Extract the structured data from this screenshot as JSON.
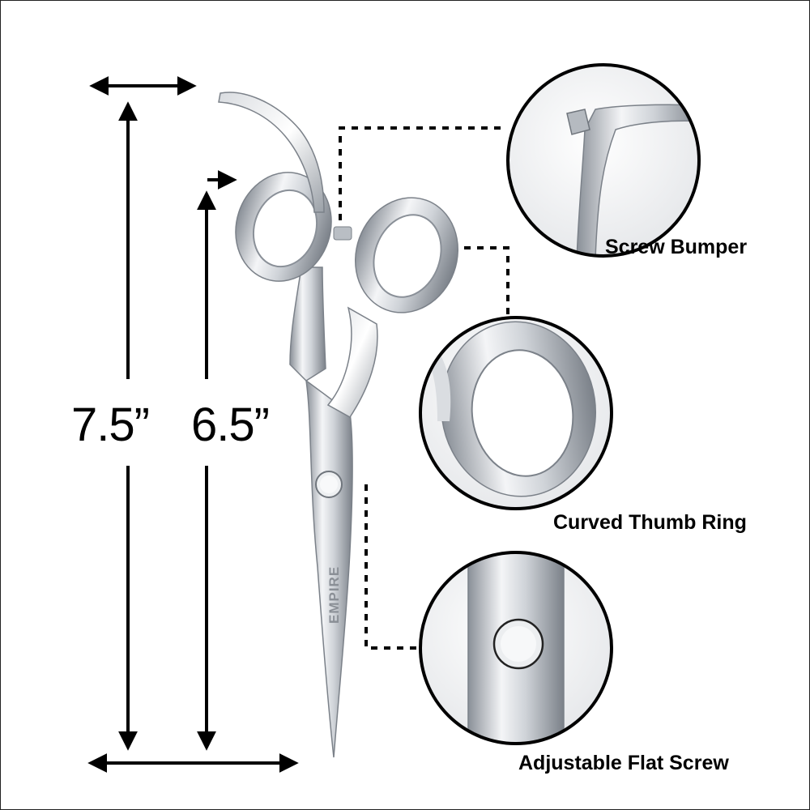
{
  "dimensions": {
    "overall_length": "7.5”",
    "blade_length": "6.5”"
  },
  "brand": "EMPIRE",
  "callouts": {
    "screw_bumper": "Screw Bumper",
    "curved_thumb_ring": "Curved Thumb Ring",
    "adjustable_flat_screw": "Adjustable Flat Screw"
  },
  "colors": {
    "line": "#000000",
    "steel_light": "#f2f3f5",
    "steel_mid": "#c7cbd1",
    "steel_dark": "#7d838b"
  },
  "icons": [
    "arrow-icon",
    "scissors-illustration",
    "zoom-circle"
  ]
}
